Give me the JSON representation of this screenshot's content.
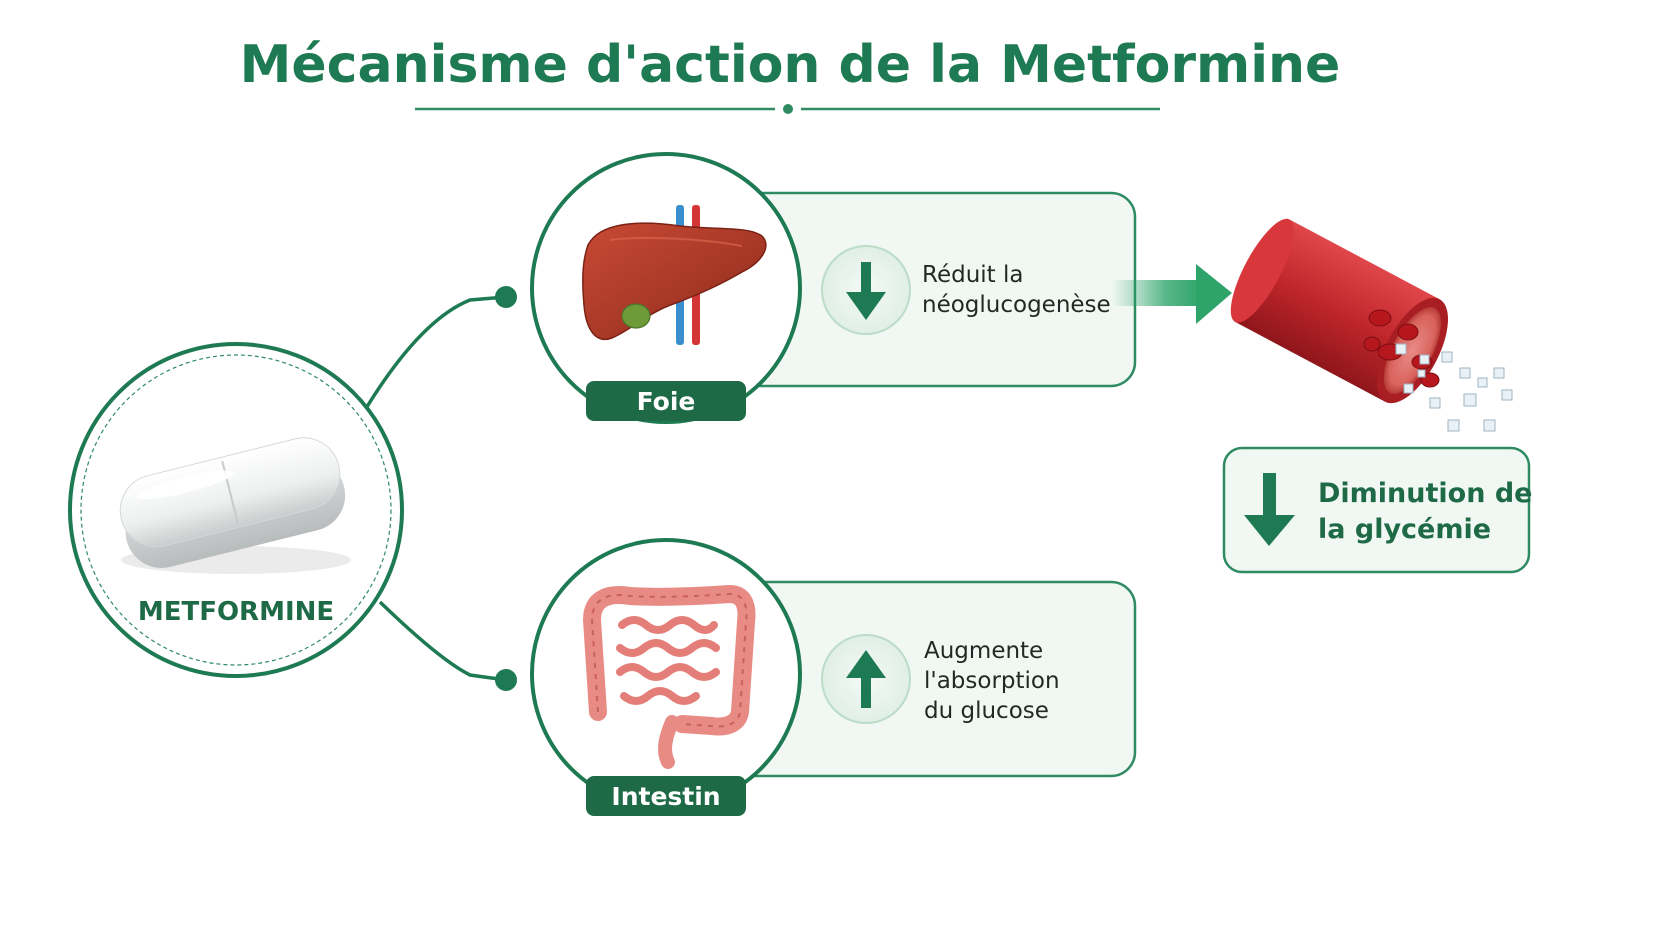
{
  "title": "Mécanisme d'action de la Metformine",
  "drug": {
    "label": "METFORMINE"
  },
  "liver": {
    "label": "Foie",
    "effect_line1": "Réduit la",
    "effect_line2": "néoglucogenèse",
    "effect_direction": "down"
  },
  "intestine": {
    "label": "Intestin",
    "effect_line1": "Augmente",
    "effect_line2": "l'absorption",
    "effect_line3": "du glucose",
    "effect_direction": "up"
  },
  "result": {
    "line1": "Diminution de",
    "line2": "la glycémie",
    "direction": "down"
  },
  "colors": {
    "primary_green": "#1e7a52",
    "light_green_bg": "#eef6f1",
    "border_green": "#2e8b62",
    "arrow_green": "#2ea46a",
    "liver_red": "#b83a2a",
    "vessel_red": "#c0262b",
    "intestine_pink": "#e98b85"
  }
}
